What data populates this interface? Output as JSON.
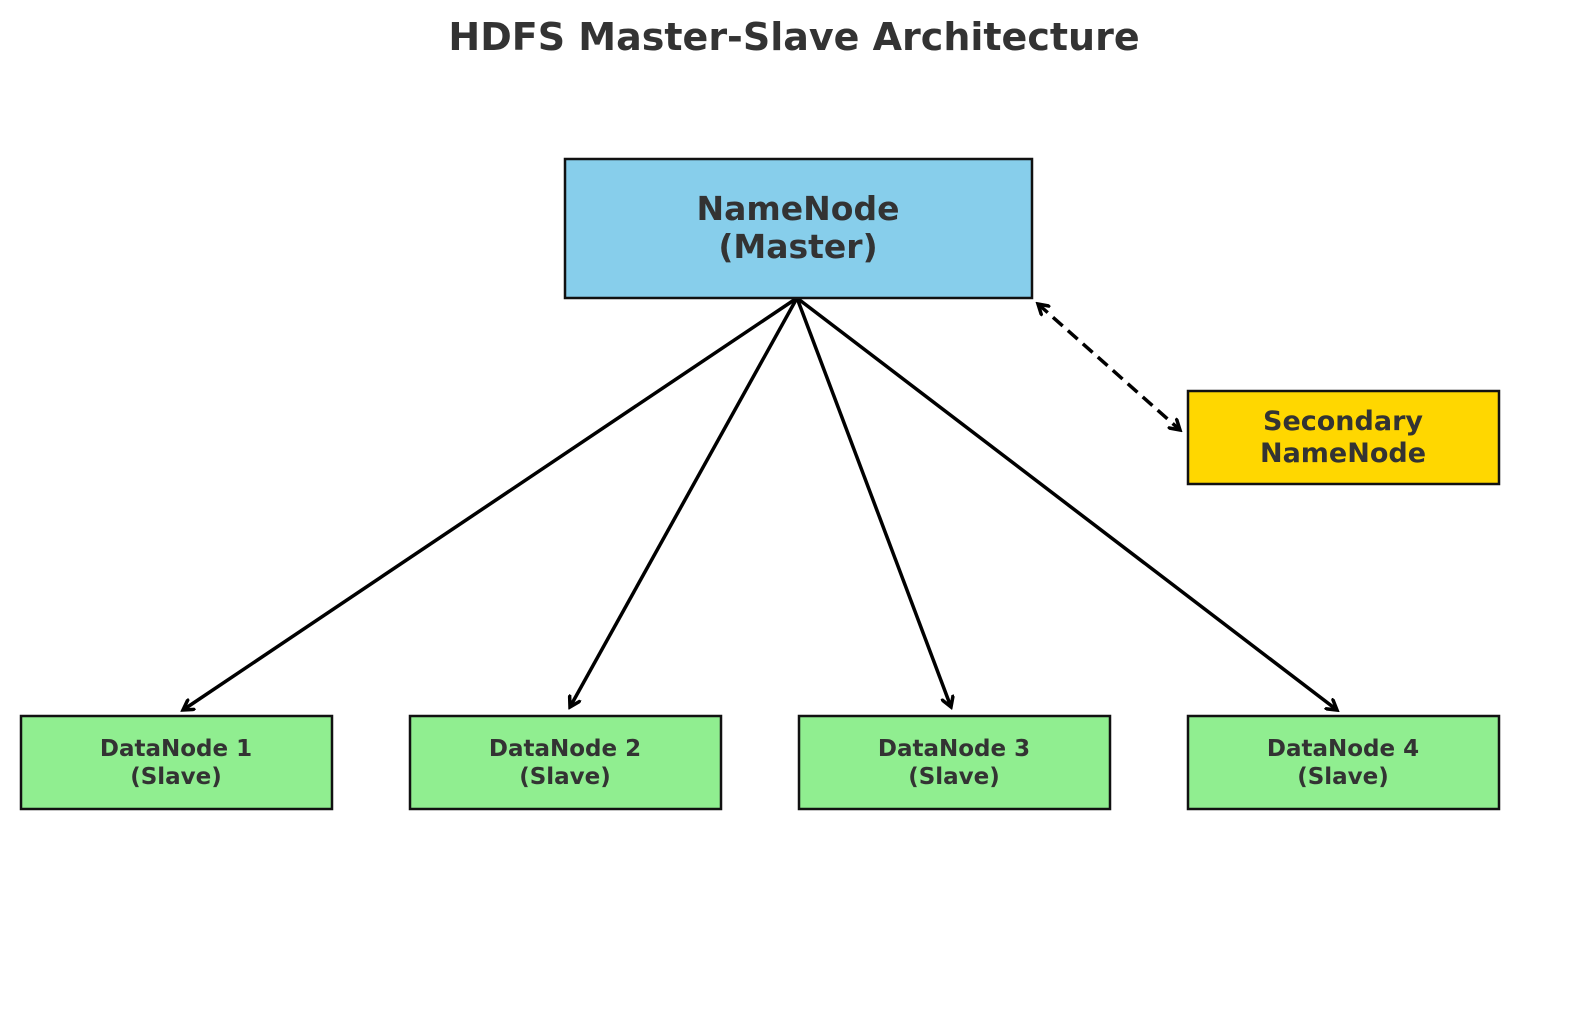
{
  "title": "HDFS Master-Slave Architecture",
  "namenode": {
    "line1": "NameNode",
    "line2": "(Master)",
    "color": "#87CEEB"
  },
  "secondary": {
    "line1": "Secondary",
    "line2": "NameNode",
    "color": "#FFD700"
  },
  "datanode_color": "#90EE90",
  "datanodes": [
    {
      "line1": "DataNode 1",
      "line2": "(Slave)"
    },
    {
      "line1": "DataNode 2",
      "line2": "(Slave)"
    },
    {
      "line1": "DataNode 3",
      "line2": "(Slave)"
    },
    {
      "line1": "DataNode 4",
      "line2": "(Slave)"
    }
  ]
}
